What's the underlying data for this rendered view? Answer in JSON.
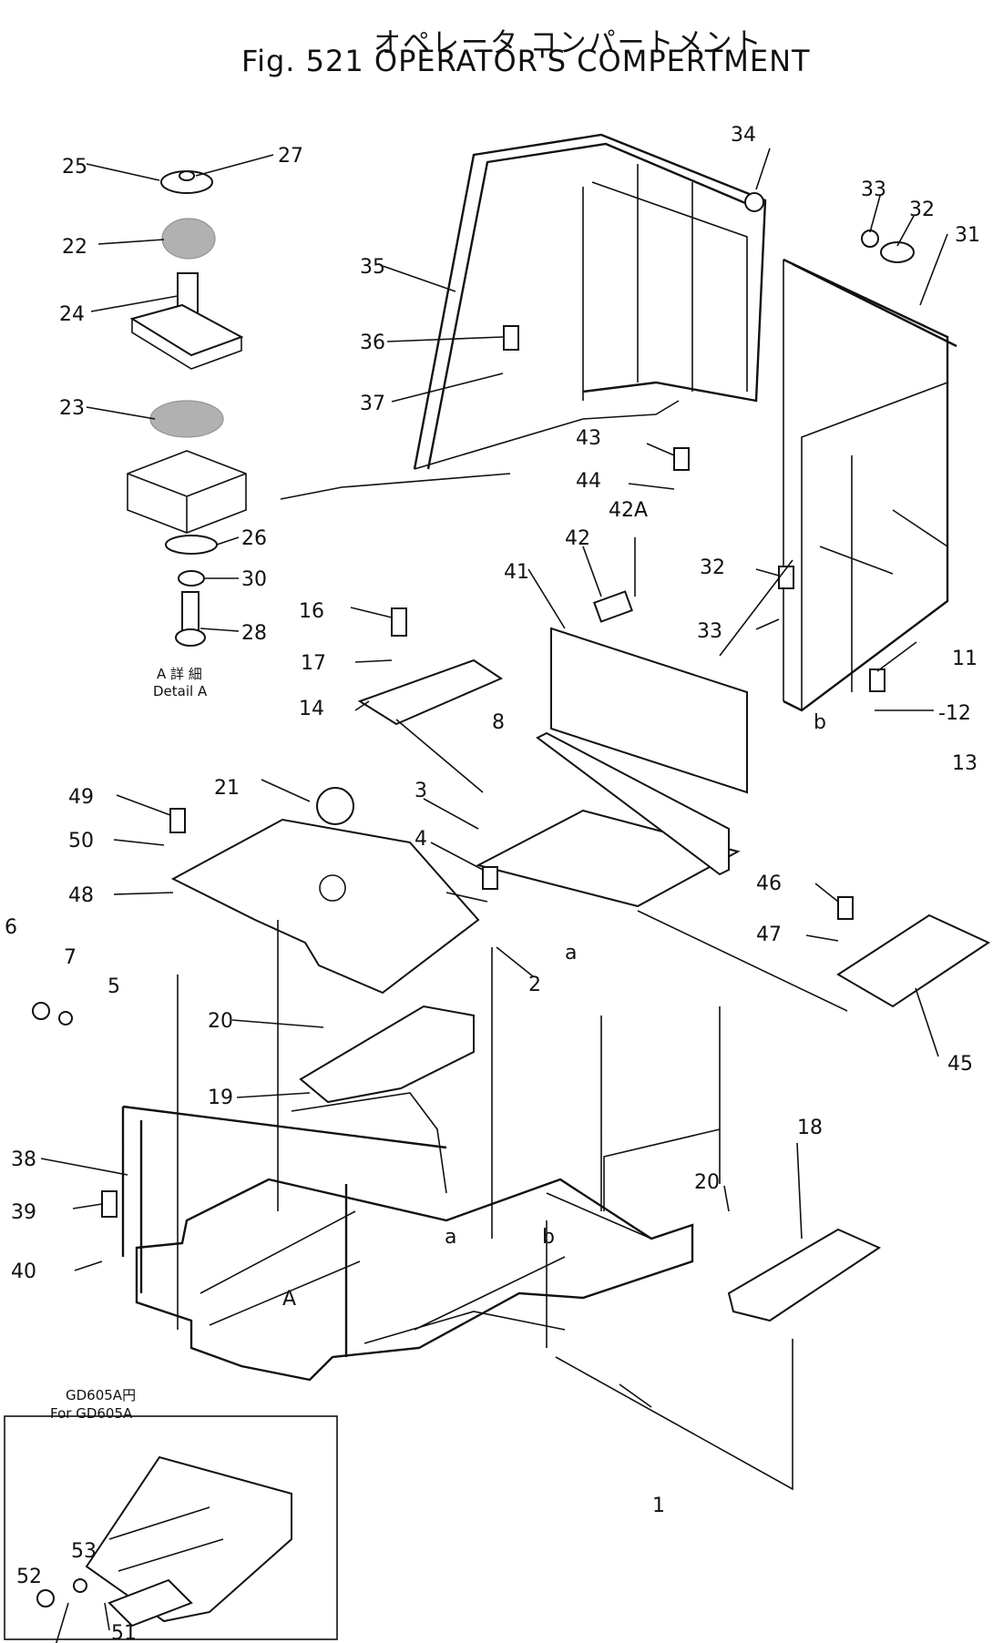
{
  "title": {
    "japanese": "オペレータ コンパートメント",
    "english": "Fig. 521 OPERATOR'S COMPERTMENT"
  },
  "detail_label": {
    "line1": "A 詳 細",
    "line2": "Detail A"
  },
  "inset_label": {
    "line1": "GD605A円",
    "line2": "For GD605A"
  },
  "callouts": {
    "c1": "1",
    "c2": "2",
    "c3": "3",
    "c4": "4",
    "c5": "5",
    "c6": "6",
    "c7": "7",
    "c8": "8",
    "c11": "11",
    "c12": "-12",
    "c13": "13",
    "c14": "14",
    "c16": "16",
    "c17": "17",
    "c18": "18",
    "c19": "19",
    "c20a": "20",
    "c20b": "20",
    "c21": "21",
    "c22": "22",
    "c23": "23",
    "c24": "24",
    "c25": "25",
    "c26": "26",
    "c27": "27",
    "c28": "28",
    "c30": "30",
    "c31": "31",
    "c32a": "32",
    "c32b": "32",
    "c33a": "33",
    "c33b": "33",
    "c34": "34",
    "c35": "35",
    "c36": "36",
    "c37": "37",
    "c38": "38",
    "c39": "39",
    "c40": "40",
    "c41": "41",
    "c42": "42",
    "c42A": "42A",
    "c43": "43",
    "c44": "44",
    "c45": "45",
    "c46": "46",
    "c47": "47",
    "c48": "48",
    "c49": "49",
    "c50": "50",
    "c51": "51",
    "c52": "52",
    "c53": "53",
    "ref_a1": "a",
    "ref_a2": "a",
    "ref_b1": "b",
    "ref_b2": "b",
    "ref_A": "A"
  }
}
